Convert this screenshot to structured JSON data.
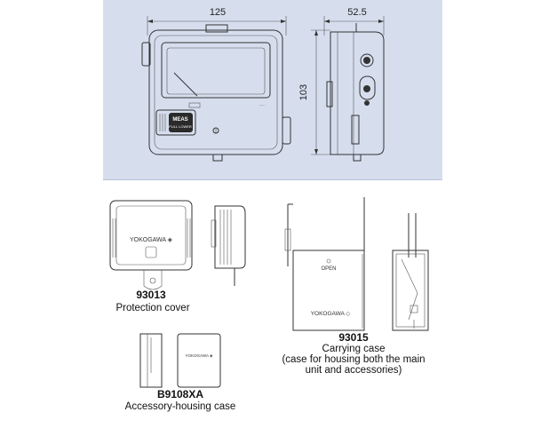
{
  "dimensions": {
    "width": "125",
    "depth": "52.5",
    "height": "103"
  },
  "main_unit": {
    "meas_label_1": "MEAS",
    "meas_label_2": "PULL LOWER"
  },
  "accessories": [
    {
      "code": "93013",
      "caption": "Protection cover",
      "brand": "YOKOGAWA ◈"
    },
    {
      "code": "93015",
      "caption_lines": [
        "Carrying case",
        "(case for housing both the main",
        "unit and accessories)"
      ],
      "brand": "YOKOGAWA ◇",
      "open_label": "OPEN"
    },
    {
      "code": "B9108XA",
      "caption": "Accessory-housing case",
      "brand": "YOKOGAWA ◈"
    }
  ]
}
